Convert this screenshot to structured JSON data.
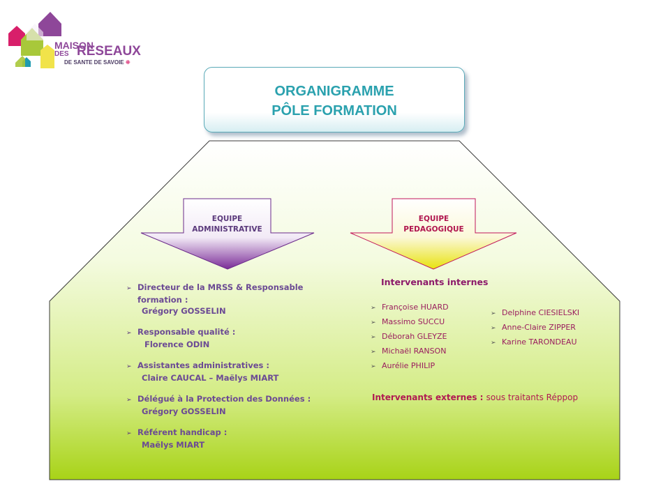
{
  "logo": {
    "line1": "MAISON",
    "line2": "DES",
    "line3": "RESEAUX",
    "line4": "DE SANTE DE SAVOIE"
  },
  "title": {
    "line1": "ORGANIGRAMME",
    "line2": "PÔLE FORMATION"
  },
  "equipe_admin": {
    "line1": "EQUIPE",
    "line2": "ADMINISTRATIVE"
  },
  "equipe_ped": {
    "line1": "EQUIPE",
    "line2": "PEDAGOGIQUE"
  },
  "admin_list": [
    {
      "role_line1": "Directeur de la MRSS & Responsable",
      "role_line2": "formation :",
      "name": "Grégory GOSSELIN"
    },
    {
      "role_line1": "Responsable qualité :",
      "name": "Florence ODIN"
    },
    {
      "role_line1": "Assistantes administratives :",
      "name": "Claire CAUCAL – Maëlys MIART"
    },
    {
      "role_line1": "Délégué à la Protection des Données :",
      "name": "Grégory GOSSELIN"
    },
    {
      "role_line1": "Référent handicap :",
      "name": "Maëlys MIART"
    }
  ],
  "intervenants_internes": {
    "heading": "Intervenants internes",
    "col1": [
      "Françoise HUARD",
      "Massimo SUCCU",
      "Déborah GLEYZE",
      "Michaël RANSON",
      "Aurélie PHILIP"
    ],
    "col2": [
      "Delphine CIESIELSKI",
      "Anne-Claire ZIPPER",
      "Karine TARONDEAU"
    ]
  },
  "intervenants_externes": {
    "label": "Intervenants externes",
    "separator": " : ",
    "value": "sous traitants Réppop"
  },
  "colors": {
    "purple": "#8e4799",
    "teal": "#2aa1ae",
    "magenta": "#b01a52",
    "lime": "#a8d317"
  }
}
